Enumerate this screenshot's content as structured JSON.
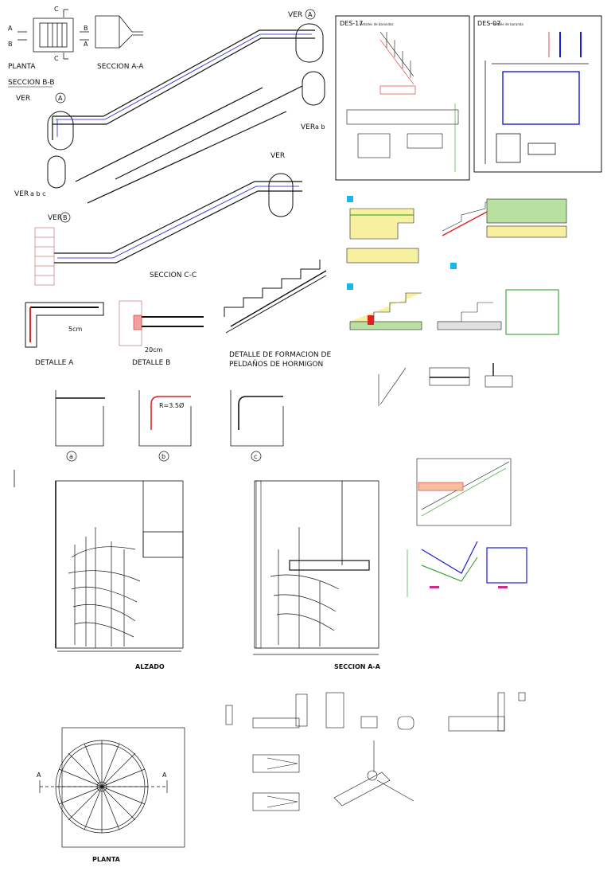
{
  "top_left": {
    "planta_label": "PLANTA",
    "seccion_aa_label": "SECCION A-A",
    "seccion_bb_label": "SECCION B-B",
    "seccion_cc_label": "SECCION C-C",
    "detalle_a_label": "DETALLE A",
    "detalle_b_label": "DETALLE B",
    "detalle_peldanos_line1": "DETALLE DE FORMACION DE",
    "detalle_peldanos_line2": "PELDAÑOS DE HORMIGON",
    "ver_a": "VER",
    "ver_b": "VER",
    "ver_abc": "VER",
    "ver_ab": "VER",
    "circle_a": "A",
    "circle_b": "B",
    "circle_abc": "a b c",
    "circle_ab": "a b",
    "dim_5cm": "5cm",
    "dim_20cm": "20cm",
    "dim_r35": "R=3.5Ø",
    "option_a": "a",
    "option_b": "b",
    "option_c": "c",
    "planta_letters": [
      "C",
      "A",
      "B",
      "B",
      "A",
      "C"
    ]
  },
  "top_right": {
    "sheet1_title": "DES-17",
    "sheet1_sub": "Detalles de barandas",
    "sheet2_title": "DES-07",
    "sheet2_sub": "detalle de baranda"
  },
  "middle": {
    "alzado_label": "ALZADO",
    "seccion_aa_label": "SECCION A-A"
  },
  "bottom": {
    "planta_label": "PLANTA",
    "marker_a_left": "A",
    "marker_a_right": "A"
  }
}
